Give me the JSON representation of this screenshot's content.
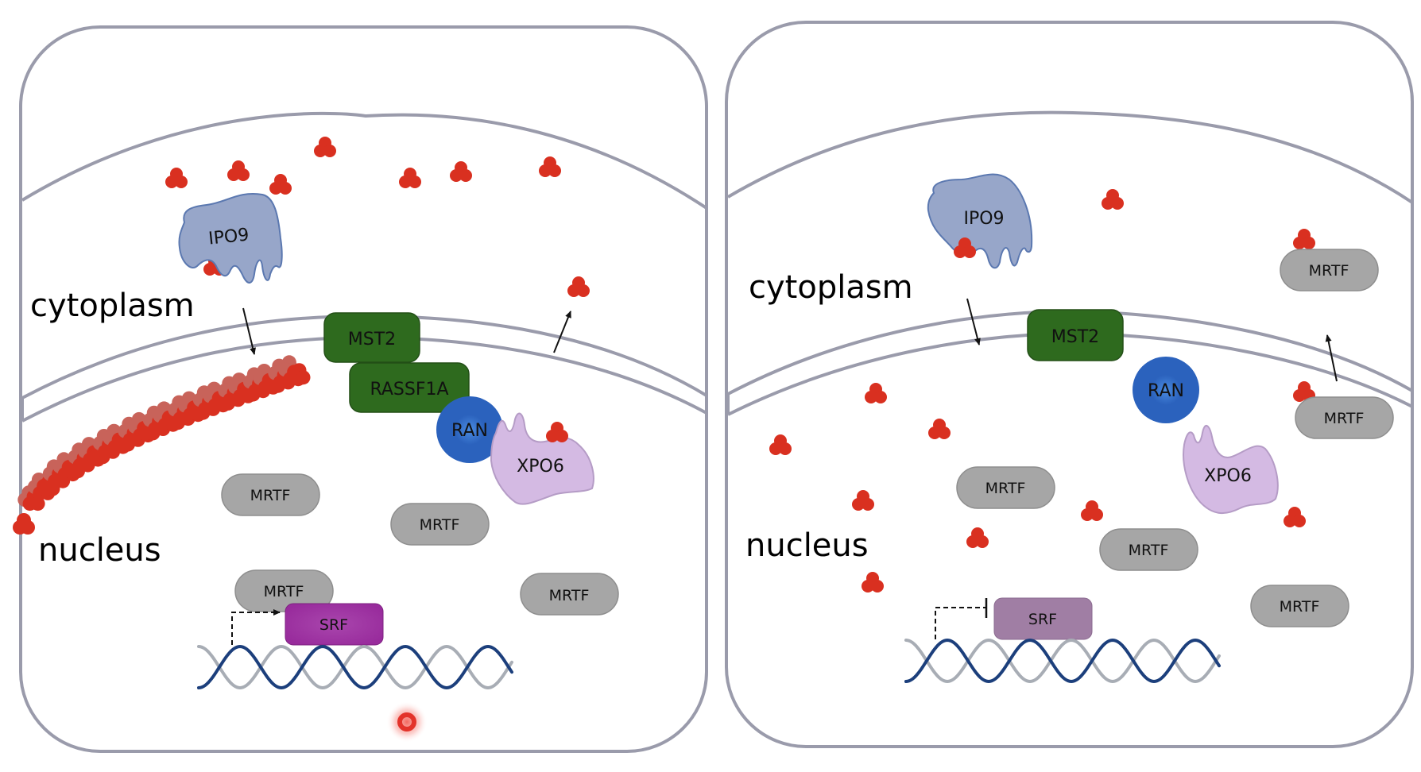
{
  "figure": {
    "type": "cell-signaling-diagram",
    "panels": [
      {
        "id": "left",
        "regions": {
          "cytoplasm": "cytoplasm",
          "nucleus": "nucleus"
        },
        "proteins": {
          "ipo9": "IPO9",
          "mst2": "MST2",
          "rassf1a": "RASSF1A",
          "ran": "RAN",
          "xpo6": "XPO6",
          "srf": "SRF",
          "mrtf": [
            "MRTF",
            "MRTF",
            "MRTF",
            "MRTF"
          ]
        },
        "state": {
          "actin_filament": "polymerized (nuclear F-actin)",
          "srf_transcription": "activated",
          "signal_indicator": "active"
        },
        "colors": {
          "actin": "#d93020",
          "actin_faded": "#c8635a",
          "ipo9": "#97a6c9",
          "mst2_rassf1a": "#2e6a1e",
          "ran": "#2b62bd",
          "xpo6": "#d4bae3",
          "mrtf": "#a6a6a6",
          "srf": "#9b2e9e",
          "dna_strand_a": "#1c3f7c",
          "dna_strand_b": "#a8adb5",
          "membrane": "#9a9bab"
        }
      },
      {
        "id": "right",
        "regions": {
          "cytoplasm": "cytoplasm",
          "nucleus": "nucleus"
        },
        "proteins": {
          "ipo9": "IPO9",
          "mst2": "MST2",
          "ran": "RAN",
          "xpo6": "XPO6",
          "srf": "SRF",
          "mrtf": [
            "MRTF",
            "MRTF",
            "MRTF",
            "MRTF",
            "MRTF"
          ]
        },
        "state": {
          "actin_filament": "monomeric G-actin only",
          "srf_transcription": "inhibited"
        },
        "colors": {
          "actin": "#d93020",
          "ipo9": "#97a6c9",
          "mst2": "#2e6a1e",
          "ran": "#2b62bd",
          "xpo6": "#d4bae3",
          "mrtf": "#a6a6a6",
          "srf": "#a07ea4",
          "dna_strand_a": "#1c3f7c",
          "dna_strand_b": "#a8adb5",
          "membrane": "#9a9bab"
        }
      }
    ]
  }
}
